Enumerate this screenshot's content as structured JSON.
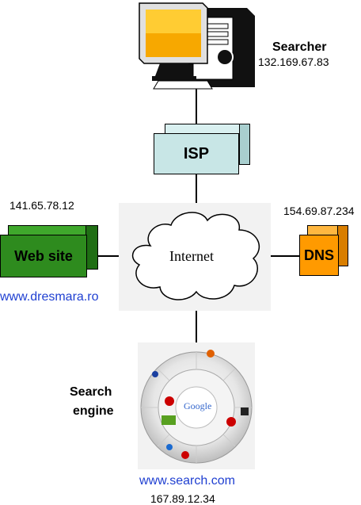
{
  "searcher": {
    "label": "Searcher",
    "ip": "132.169.67.83"
  },
  "isp": {
    "label": "ISP"
  },
  "internet": {
    "label": "Internet"
  },
  "website": {
    "label": "Web site",
    "ip": "141.65.78.12",
    "url": "www.dresmara.ro"
  },
  "dns": {
    "label": "DNS",
    "ip": "154.69.87.234"
  },
  "search_engine": {
    "label_line1": "Search",
    "label_line2": "engine",
    "url": "www.search.com",
    "ip": "167.89.12.34",
    "center_logo": "Google"
  },
  "colors": {
    "isp": "#c8e6e6",
    "website": "#2e8b1e",
    "dns": "#ff9a00",
    "url_blue": "#1f3fd1"
  }
}
